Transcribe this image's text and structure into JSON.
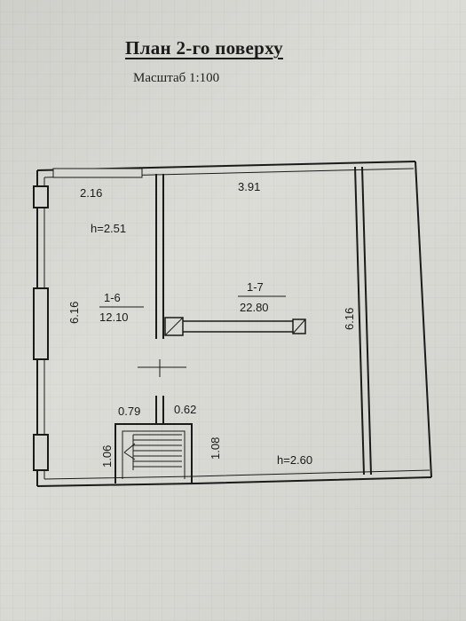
{
  "header": {
    "title": "План 2-го поверху",
    "scale": "Масштаб 1:100"
  },
  "plan": {
    "room_left": {
      "number": "1-6",
      "area": "12.10",
      "width": "2.16",
      "length": "6.16",
      "height": "h=2.51"
    },
    "room_right": {
      "number": "1-7",
      "area": "22.80",
      "width": "3.91",
      "length": "6.16",
      "height": "h=2.60"
    },
    "dims": {
      "d079": "0.79",
      "d062": "0.62",
      "d106": "1.06",
      "d108": "1.08"
    }
  }
}
